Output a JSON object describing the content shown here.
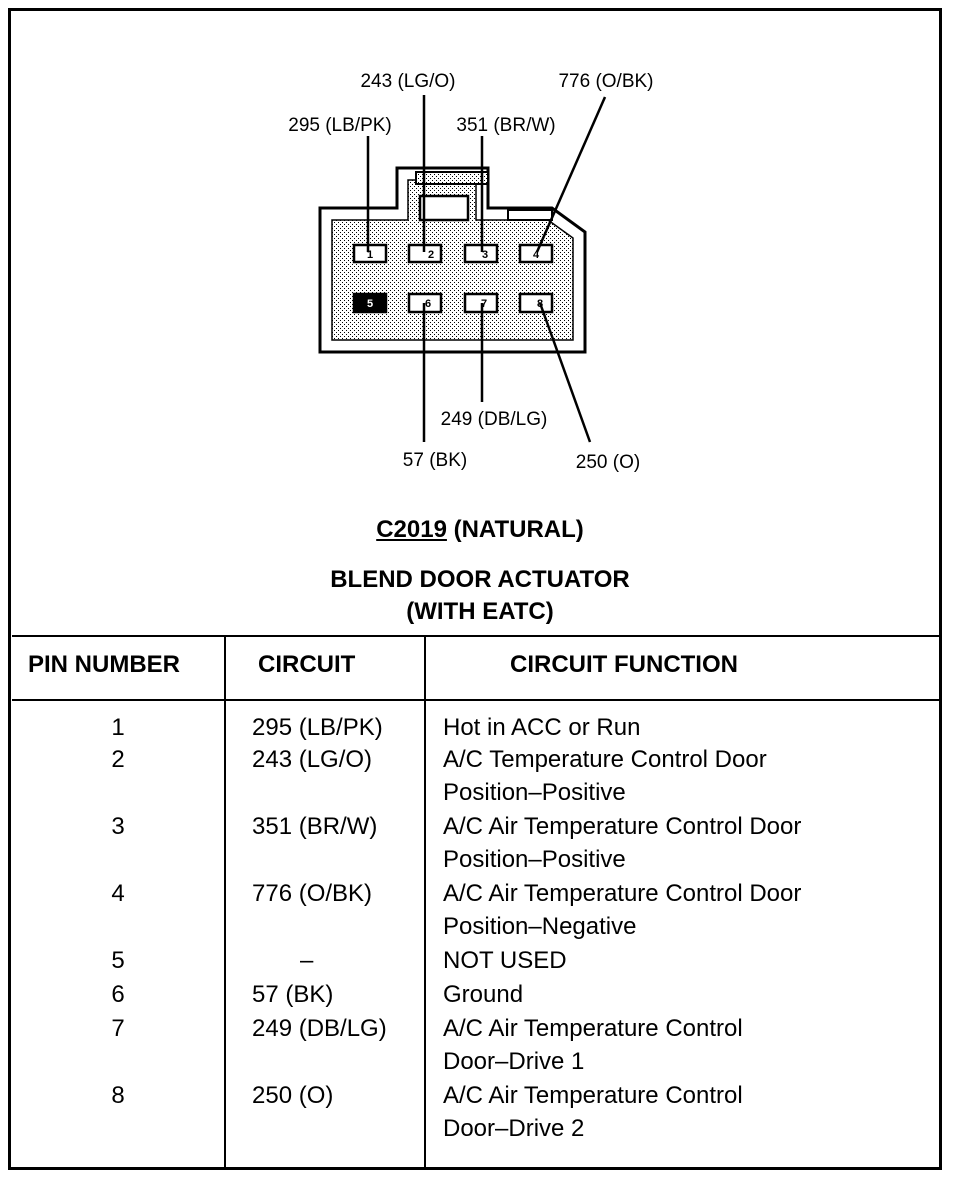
{
  "connector": {
    "id": "C2019",
    "color": "(NATURAL)",
    "title_line1": "BLEND DOOR ACTUATOR",
    "title_line2": "(WITH EATC)"
  },
  "wire_labels": {
    "pin1": "295 (LB/PK)",
    "pin2": "243 (LG/O)",
    "pin3": "351 (BR/W)",
    "pin4": "776 (O/BK)",
    "pin6": "57 (BK)",
    "pin7": "249 (DB/LG)",
    "pin8": "250 (O)"
  },
  "pins": [
    "1",
    "2",
    "3",
    "4",
    "5",
    "6",
    "7",
    "8"
  ],
  "table": {
    "headers": [
      "PIN NUMBER",
      "CIRCUIT",
      "CIRCUIT FUNCTION"
    ],
    "rows": [
      {
        "pin": "1",
        "circuit": "295 (LB/PK)",
        "function": [
          "Hot in ACC or Run"
        ]
      },
      {
        "pin": "2",
        "circuit": "243 (LG/O)",
        "function": [
          "A/C Temperature Control Door",
          "Position–Positive"
        ]
      },
      {
        "pin": "3",
        "circuit": "351 (BR/W)",
        "function": [
          "A/C Air Temperature Control Door",
          "Position–Positive"
        ]
      },
      {
        "pin": "4",
        "circuit": "776 (O/BK)",
        "function": [
          "A/C Air Temperature Control Door",
          "Position–Negative"
        ]
      },
      {
        "pin": "5",
        "circuit": "–",
        "function": [
          "NOT USED"
        ]
      },
      {
        "pin": "6",
        "circuit": "57 (BK)",
        "function": [
          "Ground"
        ]
      },
      {
        "pin": "7",
        "circuit": "249 (DB/LG)",
        "function": [
          "A/C Air Temperature Control",
          "Door–Drive 1"
        ]
      },
      {
        "pin": "8",
        "circuit": "250 (O)",
        "function": [
          "A/C Air Temperature Control",
          "Door–Drive 2"
        ]
      }
    ]
  }
}
